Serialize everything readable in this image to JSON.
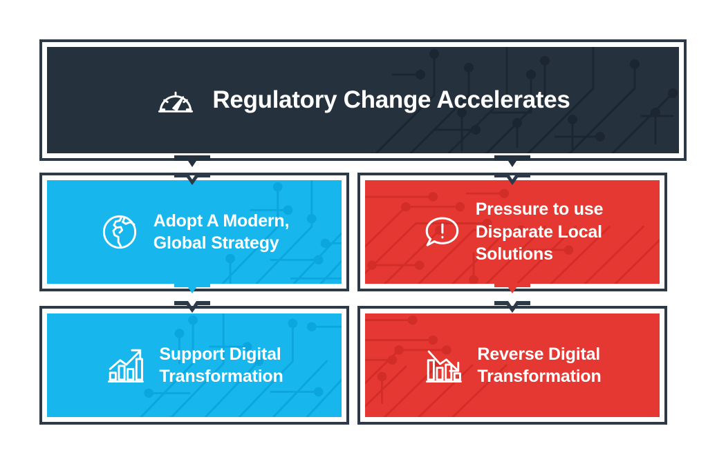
{
  "palette": {
    "dark_navy": "#25323e",
    "border_navy": "#2b3949",
    "blue": "#17b6ed",
    "red": "#e63832",
    "white": "#ffffff"
  },
  "header": {
    "title": "Regulatory Change Accelerates",
    "icon": "speedometer-gauge-icon",
    "background": "#25323e"
  },
  "branches": {
    "positive": {
      "color": "#17b6ed",
      "cards": [
        {
          "label": "Adopt A Modern,\nGlobal Strategy",
          "line1": "Adopt A Modern,",
          "line2": "Global Strategy",
          "icon": "globe-icon"
        },
        {
          "label": "Support Digital\nTransformation",
          "line1": "Support Digital",
          "line2": "Transformation",
          "icon": "bar-chart-up-arrow-icon"
        }
      ]
    },
    "negative": {
      "color": "#e63832",
      "cards": [
        {
          "label": "Pressure to use\nDisparate Local\nSolutions",
          "line1": "Pressure to use",
          "line2": "Disparate Local",
          "line3": "Solutions",
          "icon": "speech-bubble-exclamation-icon"
        },
        {
          "label": "Reverse Digital\nTransformation",
          "line1": "Reverse Digital",
          "line2": "Transformation",
          "icon": "bar-chart-down-arrow-icon"
        }
      ]
    }
  },
  "connectors": [
    {
      "from": "header",
      "to": "adopt-a-modern-global-strategy",
      "shape": "down-chevron"
    },
    {
      "from": "header",
      "to": "pressure-to-use-disparate-local-solutions",
      "shape": "down-chevron"
    },
    {
      "from": "adopt-a-modern-global-strategy",
      "to": "support-digital-transformation",
      "shape": "down-chevron"
    },
    {
      "from": "pressure-to-use-disparate-local-solutions",
      "to": "reverse-digital-transformation",
      "shape": "down-chevron"
    }
  ]
}
